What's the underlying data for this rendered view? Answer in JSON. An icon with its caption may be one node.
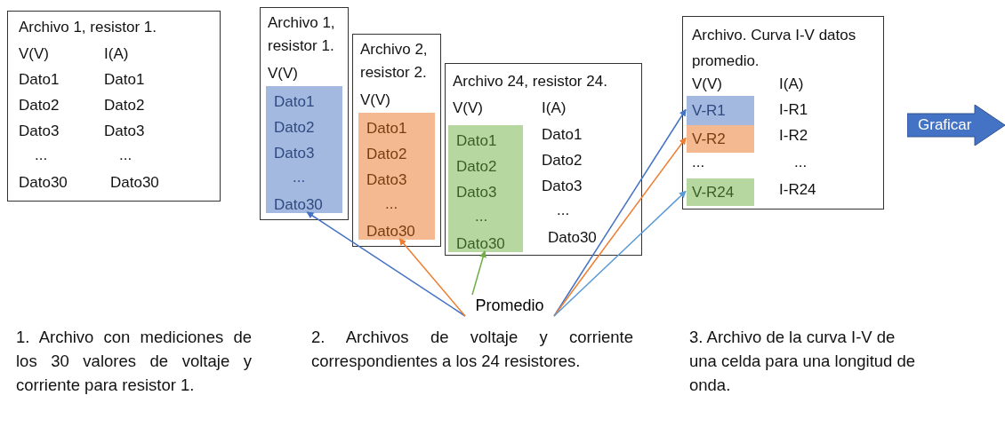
{
  "diagram": {
    "nodes": [
      {
        "text": [
          "Archivo 1, resistor 1.",
          "V(V)",
          "I(A)",
          "Dato1",
          "Dato1",
          "Dato2",
          "Dato2",
          "Dato3",
          "Dato3",
          "...",
          "...",
          "Dato30",
          "Dato30"
        ]
      },
      {
        "text": [
          "Archivo 1, resistor 1.",
          "V(V)"
        ]
      },
      {
        "text": [
          "Dato1",
          "Dato2",
          "Dato3",
          "...",
          "Dato30"
        ],
        "in": 1
      },
      {
        "text": [
          "Archivo 2, resistor 2.",
          "V(V)"
        ]
      },
      {
        "text": [
          "Dato1",
          "Dato2",
          "Dato3",
          "...",
          "Dato30"
        ],
        "in": 3
      },
      {
        "text": [
          "Archivo 24, resistor 24.",
          "V(V)",
          "I(A)",
          "Dato1",
          "Dato2",
          "Dato3",
          "...",
          "Dato30"
        ]
      },
      {
        "text": [
          "Dato1",
          "Dato2",
          "Dato3",
          "...",
          "Dato30"
        ],
        "in": 5
      },
      {
        "text": [
          "Archivo. Curva I-V datos promedio.",
          "V(V)",
          "I(A)",
          "I-R1",
          "I-R2",
          "...",
          "...",
          "I-R24"
        ]
      },
      {
        "text": [
          "V-R1"
        ],
        "in": 7
      },
      {
        "text": [
          "V-R2"
        ],
        "in": 7
      },
      {
        "text": [
          "V-R24"
        ],
        "in": 7
      },
      {
        "text": [
          "Promedio"
        ]
      },
      {
        "text": [
          "Graficar"
        ]
      }
    ],
    "edges": [
      {
        "from": 11,
        "to": 2,
        "arrow": "to",
        "color": "#4472c4"
      },
      {
        "from": 11,
        "to": 4,
        "arrow": "to",
        "color": "#ed7d31"
      },
      {
        "from": 11,
        "to": 6,
        "arrow": "to",
        "color": "#70ad47"
      },
      {
        "from": 11,
        "to": 8,
        "arrow": "to",
        "color": "#4472c4"
      },
      {
        "from": 11,
        "to": 9,
        "arrow": "to",
        "color": "#ed7d31"
      },
      {
        "from": 11,
        "to": 10,
        "arrow": "to",
        "color": "#5b9bd5"
      }
    ],
    "labels": [
      "1. Archivo con mediciones de los 30 valores de voltaje y corriente para resistor 1.",
      "2. Archivos de voltaje y corriente correspondientes a los 24 resistores.",
      "3. Archivo de la curva I-V de una celda para una longitud de onda."
    ]
  }
}
